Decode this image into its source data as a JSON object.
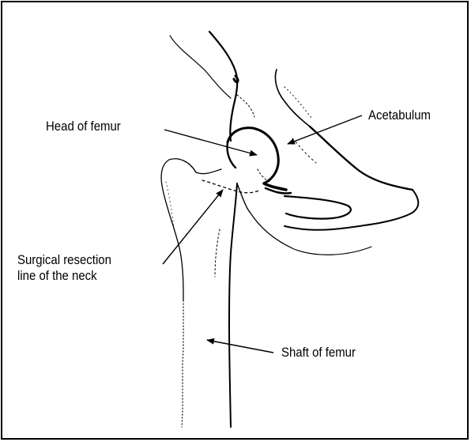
{
  "figure": {
    "labels": {
      "head_of_femur": "Head of femur",
      "acetabulum": "Acetabulum",
      "surgical_resection_line1": "Surgical resection",
      "surgical_resection_line2": "line of the neck",
      "shaft_of_femur": "Shaft of femur"
    }
  },
  "colors": {
    "ink": "#000000",
    "background": "#ffffff"
  }
}
